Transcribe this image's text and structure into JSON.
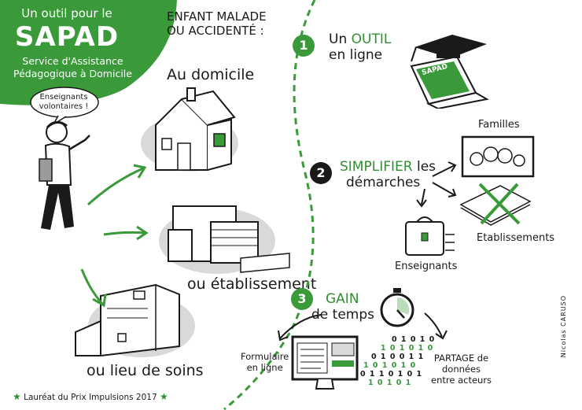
{
  "colors": {
    "accent": "#3a9a3a",
    "dark": "#1a1a1a",
    "grey": "#d9d9d9"
  },
  "header": {
    "line1": "Un outil pour le",
    "sapad": "SAPAD",
    "line2": "Service d'Assistance",
    "line3": "Pédagogique à Domicile"
  },
  "bubble": {
    "line1": "Enseignants",
    "line2": "volontaires !"
  },
  "left": {
    "title_line1": "ENFANT MALADE",
    "title_line2": "OU ACCIDENTÉ :",
    "home": "Au domicile",
    "school": "ou établissement",
    "care": "ou lieu de soins"
  },
  "steps": [
    {
      "number": "1",
      "accent": "OUTIL",
      "prefix": "Un ",
      "line2": "en ligne"
    },
    {
      "number": "2",
      "accent": "SIMPLIFIER",
      "suffix": " les",
      "line2": "démarches"
    },
    {
      "number": "3",
      "accent": "GAIN",
      "line2": "de temps"
    }
  ],
  "laptop_label": "SAPAD",
  "step2_labels": {
    "families": "Familles",
    "teachers": "Enseignants",
    "schools": "Etablissements"
  },
  "step3_labels": {
    "form_line1": "Formulaire",
    "form_line2": "en ligne",
    "share_line1": "PARTAGE de",
    "share_line2": "données",
    "share_line3": "entre acteurs"
  },
  "binary_rows": [
    "0 1 0 1 0",
    "1 0 1 0 1 0",
    "0 1 0 0 1 1",
    "1 0 1 0 1 0",
    "0 1 1 0 1 0 1",
    "1 0 1 0 1"
  ],
  "footer": "Lauréat du Prix Impulsions 2017",
  "credit": "Nicolas CARUSO"
}
